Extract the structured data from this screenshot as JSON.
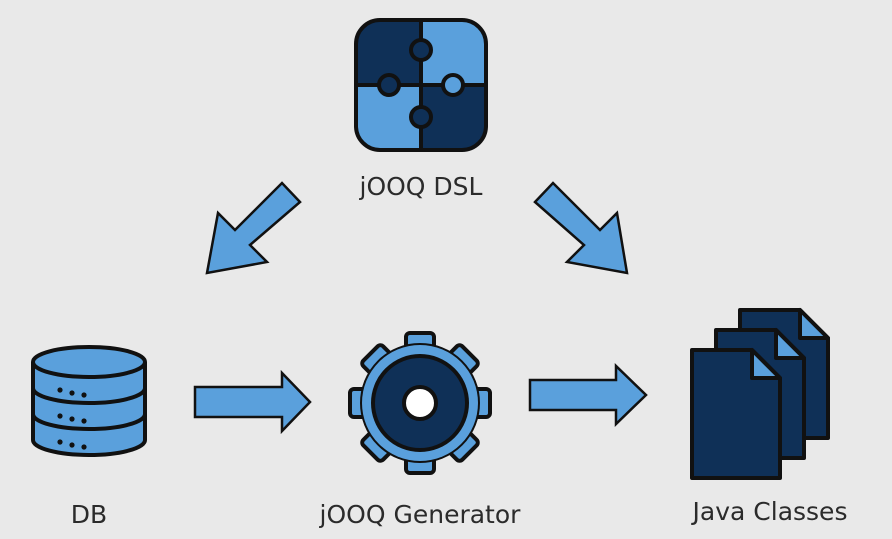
{
  "nodes": {
    "dsl": {
      "label": "jOOQ DSL"
    },
    "db": {
      "label": "DB"
    },
    "generator": {
      "label": "jOOQ Generator"
    },
    "classes": {
      "label": "Java Classes"
    }
  },
  "colors": {
    "background": "#e9e9e9",
    "dark_blue": "#0f3057",
    "light_blue": "#5aa0dc",
    "outline": "#111111",
    "text": "#2b2b2b"
  },
  "icons": {
    "dsl": "puzzle-icon",
    "db": "database-icon",
    "generator": "gear-icon",
    "classes": "documents-icon",
    "edges": "arrow-icon"
  }
}
